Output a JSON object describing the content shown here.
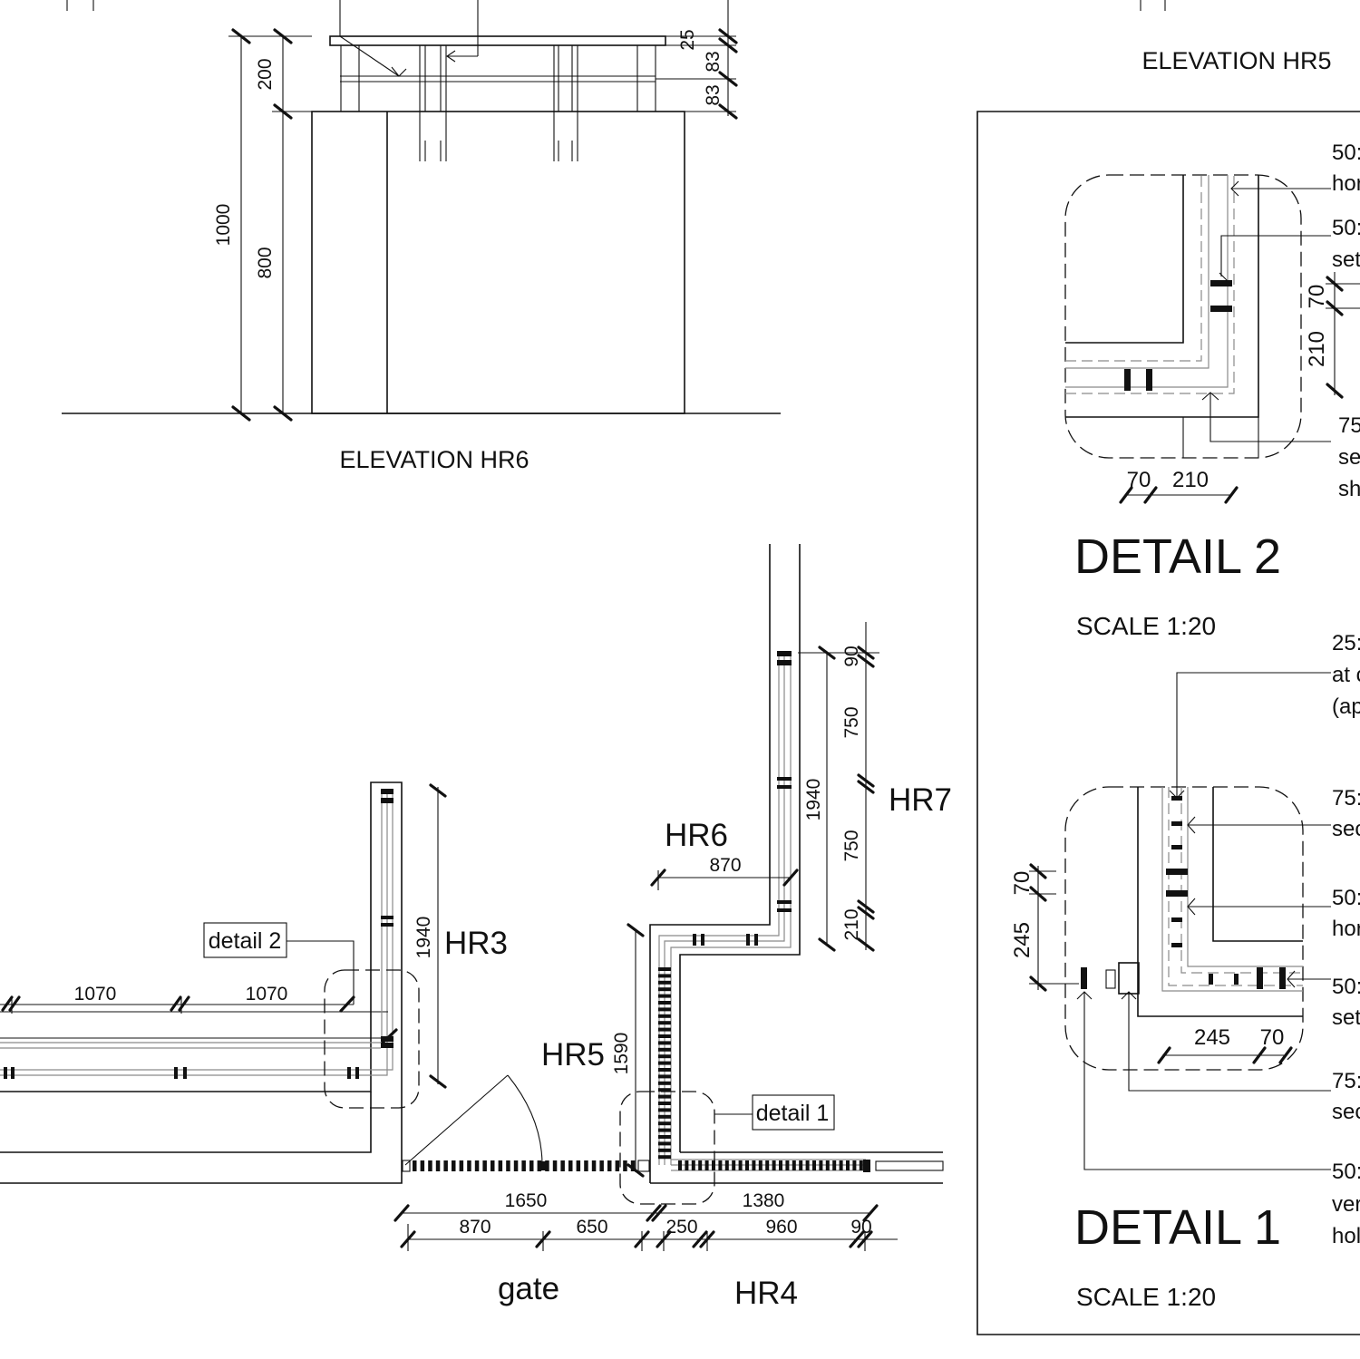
{
  "elevation_hr6": {
    "title": "ELEVATION  HR6",
    "dims": {
      "d1000": "1000",
      "d800": "800",
      "d200": "200",
      "d25": "25",
      "d83a": "83",
      "d83b": "83"
    }
  },
  "elevation_hr5": {
    "title": "ELEVATION  HR5"
  },
  "plan": {
    "labels": {
      "hr3": "HR3",
      "hr4": "HR4",
      "hr5": "HR5",
      "hr6": "HR6",
      "hr7": "HR7",
      "gate": "gate"
    },
    "callouts": {
      "detail2": "detail 2",
      "detail1": "detail 1"
    },
    "dims": {
      "d1070a": "1070",
      "d1070b": "1070",
      "d1940_hr3": "1940",
      "d1590": "1590",
      "d870_hr6": "870",
      "d1940_hr7": "1940",
      "d90_top": "90",
      "d750a": "750",
      "d750b": "750",
      "d210": "210",
      "d1650": "1650",
      "d870_gate": "870",
      "d650": "650",
      "d1380": "1380",
      "d250": "250",
      "d960": "960",
      "d90_bottom": "90"
    }
  },
  "detail2": {
    "title": "DETAIL 2",
    "scale": "SCALE 1:20",
    "dims": {
      "d70h": "70",
      "d210h": "210",
      "d70v": "70",
      "d210v": "210"
    },
    "notes": [
      [
        "50:",
        "hor"
      ],
      [
        "50:",
        "set"
      ],
      [
        "75",
        "se",
        "sh"
      ]
    ]
  },
  "detail1": {
    "title": "DETAIL 1",
    "scale": "SCALE 1:20",
    "dims": {
      "d70v": "70",
      "d245v": "245",
      "d245h": "245",
      "d70h": "70"
    },
    "notes": [
      [
        "25:",
        "at c",
        "(ap"
      ],
      [
        "75:",
        "sec"
      ],
      [
        "50:",
        "hor"
      ],
      [
        "50:",
        "set"
      ],
      [
        "75:",
        "sec"
      ],
      [
        "50:",
        "ver",
        "hol"
      ]
    ]
  }
}
